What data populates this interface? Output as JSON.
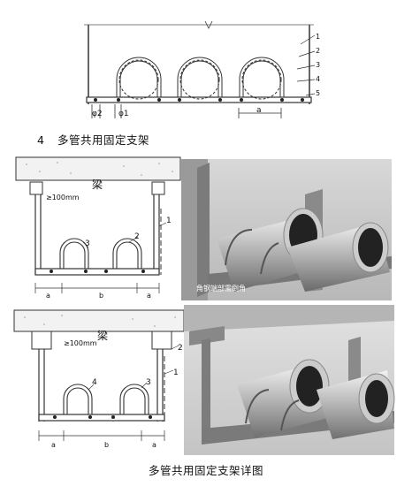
{
  "top_drawing": {
    "dims": {
      "phi2": "φ2",
      "phi1": "φ1",
      "a": "a"
    },
    "side_labels": [
      "1",
      "2",
      "3",
      "4",
      "5"
    ]
  },
  "section_heading": {
    "number": "4",
    "title": "多管共用固定支架"
  },
  "drawing_a": {
    "beam_label": "梁",
    "gap_label": "≥100mm",
    "callouts": [
      "1",
      "2",
      "3"
    ],
    "dims": [
      "a",
      "b",
      "a"
    ]
  },
  "photo_a": {
    "overlay_text": "角钢端部需倒角"
  },
  "drawing_b": {
    "beam_label": "梁",
    "gap_label": "≥100mm",
    "callouts": [
      "1",
      "2",
      "3",
      "4"
    ],
    "dims": [
      "a",
      "b",
      "a"
    ]
  },
  "figure_caption": "多管共用固定支架详图"
}
